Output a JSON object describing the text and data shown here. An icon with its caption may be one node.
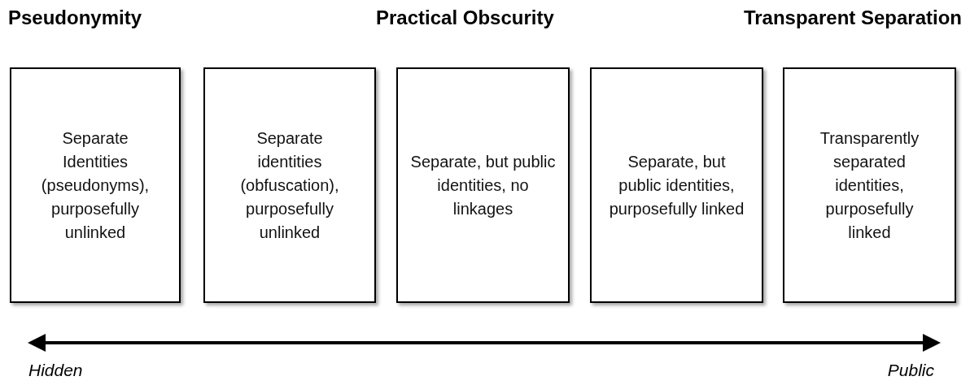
{
  "diagram": {
    "nodes": [
      {
        "text": [
          "Separate Identities (pseudonyms), purposefully unlinked"
        ]
      },
      {
        "text": [
          "Separate identities (obfuscation), purposefully unlinked"
        ]
      },
      {
        "text": [
          "Separate, but public identities, no linkages"
        ]
      },
      {
        "text": [
          "Separate, but public identities, purposefully linked"
        ]
      },
      {
        "text": [
          "Transparently separated identities, purposefully linked"
        ]
      }
    ],
    "labels": [
      "Pseudonymity",
      "Practical Obscurity",
      "Transparent Separation",
      "Hidden",
      "Public"
    ]
  }
}
